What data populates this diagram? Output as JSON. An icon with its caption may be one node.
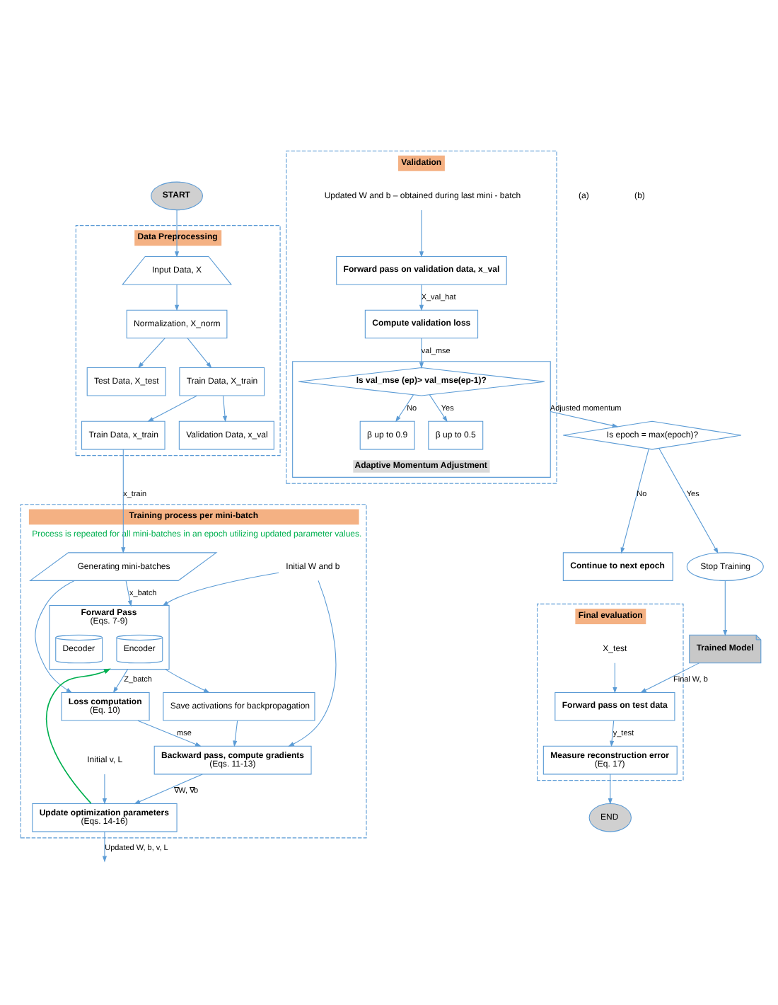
{
  "diagram": {
    "nodes": [
      {
        "text": [
          "Data Preprocessing"
        ]
      },
      {
        "text": [
          "START"
        ]
      },
      {
        "text": [
          "Input Data, X"
        ],
        "in": 0
      },
      {
        "text": [
          "Normalization, X_norm"
        ],
        "in": 0
      },
      {
        "text": [
          "Test Data, X_test"
        ],
        "in": 0
      },
      {
        "text": [
          "Train Data, X_train"
        ],
        "in": 0
      },
      {
        "text": [
          "Train Data, x_train"
        ],
        "in": 0
      },
      {
        "text": [
          "Validation Data, x_val"
        ],
        "in": 0
      },
      {
        "text": [
          "Training process per mini-batch",
          "Process is repeated for all mini-batches in an epoch utilizing updated parameter values."
        ]
      },
      {
        "text": [
          "Generating mini-batches"
        ],
        "in": 8
      },
      {
        "text": [
          "**Forward Pass** (Eqs. 7-9)"
        ],
        "in": 8
      },
      {
        "text": [
          "Encoder"
        ],
        "in": 10
      },
      {
        "text": [
          "Decoder"
        ],
        "in": 10
      },
      {
        "text": [
          "Save activations for backpropagation"
        ],
        "in": 8
      },
      {
        "text": [
          "**Loss computation** (Eq. 10)"
        ],
        "in": 8
      },
      {
        "text": [
          "**Backward pass, compute gradients** (Eqs. 11-13)"
        ],
        "in": 8
      },
      {
        "text": [
          "**Update optimization parameters** (Eqs. 14-16)"
        ],
        "in": 8
      },
      {
        "text": [
          "Initial W and b"
        ],
        "in": 8
      },
      {
        "text": [
          "Initial v, L"
        ],
        "in": 8
      },
      {
        "text": [
          "Validation"
        ]
      },
      {
        "text": [
          "Forward pass on validation data, x_val"
        ],
        "in": 19
      },
      {
        "text": [
          "Updated W and b – obtained during last mini - batch"
        ],
        "in": 19
      },
      {
        "text": [
          "Compute validation loss"
        ],
        "in": 19
      },
      {
        "text": [
          "Adaptive Momentum Adjustment"
        ],
        "in": 19
      },
      {
        "text": [
          "Is val_mse (ep)> val_mse(ep-1)?"
        ],
        "in": 23
      },
      {
        "text": [
          "β up to 0.9"
        ],
        "in": 23
      },
      {
        "text": [
          "β up to 0.5"
        ],
        "in": 23
      },
      {
        "text": [
          "Is epoch = max(epoch)?"
        ]
      },
      {
        "text": [
          "Continue to next epoch"
        ]
      },
      {
        "text": [
          "Stop Training"
        ]
      },
      {
        "text": [
          "Trained Model"
        ]
      },
      {
        "text": [
          "Final evaluation"
        ]
      },
      {
        "text": [
          "Forward pass on test data"
        ],
        "in": 31
      },
      {
        "text": [
          "X_test"
        ],
        "in": 31
      },
      {
        "text": [
          "**Measure reconstruction error** (Eq. 17)"
        ],
        "in": 31
      },
      {
        "text": [
          "END"
        ]
      }
    ],
    "edges": [
      {
        "from": 1,
        "to": 2,
        "arrow": "to"
      },
      {
        "from": 2,
        "to": 3,
        "arrow": "to"
      },
      {
        "from": 3,
        "to": 4,
        "arrow": "to"
      },
      {
        "from": 3,
        "to": 5,
        "arrow": "to"
      },
      {
        "from": 5,
        "to": 6,
        "arrow": "to"
      },
      {
        "from": 5,
        "to": 7,
        "arrow": "to"
      },
      {
        "from": 6,
        "to": 9,
        "label": "x_train",
        "arrow": "to"
      },
      {
        "from": 9,
        "to": 10,
        "label": "x_batch",
        "arrow": "to"
      },
      {
        "from": 9,
        "to": 14,
        "arrow": "to"
      },
      {
        "from": 17,
        "to": 10,
        "arrow": "to"
      },
      {
        "from": 17,
        "to": 15,
        "arrow": "to"
      },
      {
        "from": 10,
        "to": 13,
        "arrow": "to"
      },
      {
        "from": 10,
        "to": 14,
        "label": "Z_batch",
        "arrow": "to"
      },
      {
        "from": 14,
        "to": 15,
        "label": "mse",
        "arrow": "to"
      },
      {
        "from": 13,
        "to": 15,
        "arrow": "to"
      },
      {
        "from": 15,
        "to": 16,
        "label": "∇W, ∇b",
        "arrow": "to"
      },
      {
        "from": 18,
        "to": 16,
        "arrow": "to"
      },
      {
        "from": 16,
        "to": 10,
        "arrow": "to",
        "color": "#00b050"
      },
      {
        "from": 16,
        "to": null,
        "label": "Updated W, b, v, L",
        "arrow": "to"
      },
      {
        "from": 21,
        "to": 20,
        "arrow": "to"
      },
      {
        "from": 20,
        "to": 22,
        "label": "X_val_hat",
        "arrow": "to"
      },
      {
        "from": 22,
        "to": 24,
        "label": "val_mse",
        "arrow": "to"
      },
      {
        "from": 24,
        "to": 25,
        "label": "No",
        "arrow": "to"
      },
      {
        "from": 24,
        "to": 26,
        "label": "Yes",
        "arrow": "to"
      },
      {
        "from": 23,
        "to": 27,
        "label": "Adjusted momentum",
        "arrow": "to"
      },
      {
        "from": 27,
        "to": 28,
        "label": "No",
        "arrow": "to"
      },
      {
        "from": 27,
        "to": 29,
        "label": "Yes",
        "arrow": "to"
      },
      {
        "from": 29,
        "to": 30,
        "arrow": "to"
      },
      {
        "from": 30,
        "to": 32,
        "label": "Final W, b",
        "arrow": "to"
      },
      {
        "from": 33,
        "to": 32,
        "arrow": "to"
      },
      {
        "from": 32,
        "to": 34,
        "label": "y_test",
        "arrow": "to"
      },
      {
        "from": 34,
        "to": 35,
        "arrow": "to"
      }
    ],
    "labels": [
      "(a)",
      "(b)"
    ]
  }
}
